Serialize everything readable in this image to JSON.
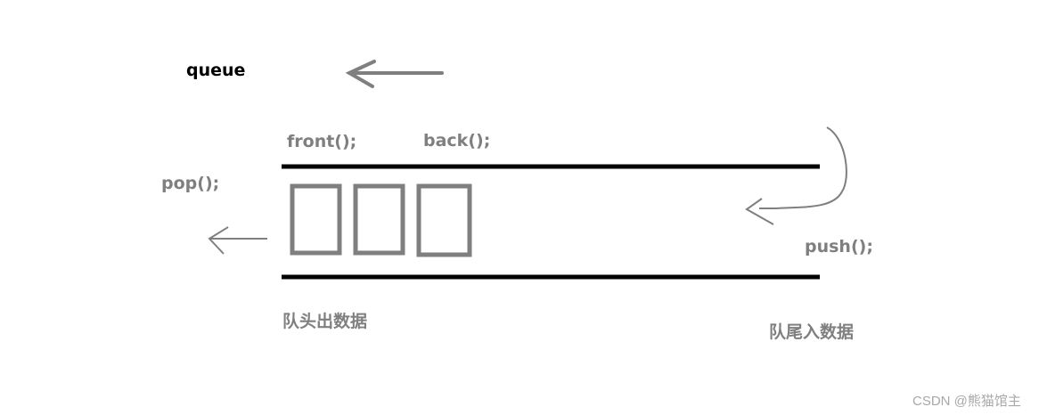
{
  "diagram": {
    "title": "queue",
    "labels": {
      "front": "front();",
      "back": "back();",
      "pop": "pop();",
      "push": "push();",
      "head_out": "队头出数据",
      "tail_in": "队尾入数据"
    },
    "element_count": 3,
    "colors": {
      "rails": "#000000",
      "strokes": "#7f7f7f"
    }
  },
  "watermark": "CSDN @熊猫馆主"
}
